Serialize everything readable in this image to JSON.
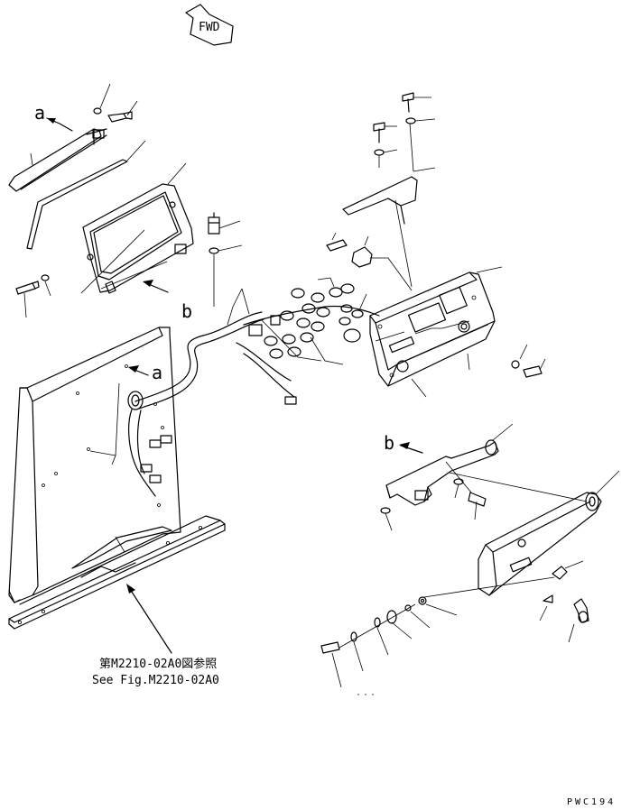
{
  "fwd_label": "FWD",
  "view_labels": {
    "a": "a",
    "b": "b"
  },
  "reference": {
    "jp": "第M2210-02A0図参照",
    "en": "See Fig.M2210-02A0"
  },
  "drawing_code": "PWC194"
}
